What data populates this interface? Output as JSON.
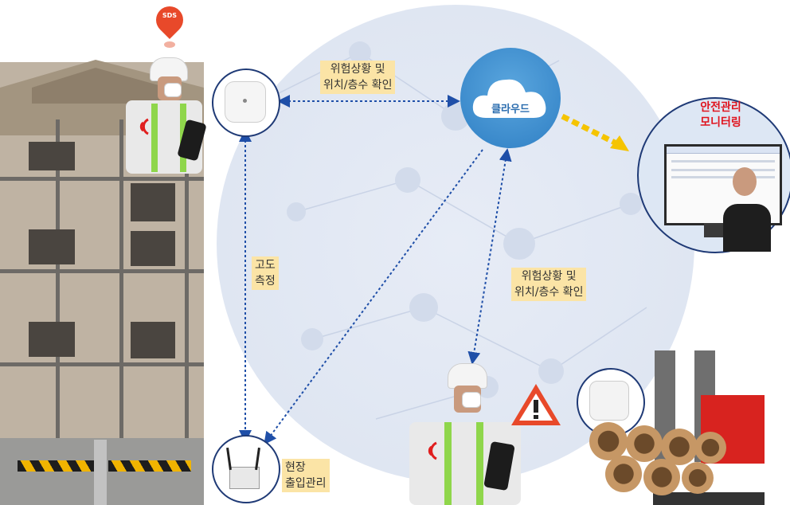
{
  "labels": {
    "cloud": "클라우드",
    "risk_top": [
      "위험상황 및",
      "위치/층수 확인"
    ],
    "risk_right": [
      "위험상황 및",
      "위치/층수 확인"
    ],
    "altitude": [
      "고도",
      "측정"
    ],
    "entry": [
      "현장",
      "출입관리"
    ],
    "monitoring": [
      "안전관리",
      "모니터링"
    ],
    "pin": "SDS"
  },
  "colors": {
    "connector": "#1f4fa8",
    "highlight": "#fbe4a6",
    "cloud": "#3d8fd0",
    "monitor_title": "#e0141e",
    "arrow": "#f5c400",
    "warning": "#e8492a"
  },
  "icons": [
    "location-pin-icon",
    "cloud-icon",
    "warning-icon",
    "sensor-device-icon",
    "gateway-router-icon",
    "beacon-tag-icon",
    "computer-monitor-icon"
  ]
}
